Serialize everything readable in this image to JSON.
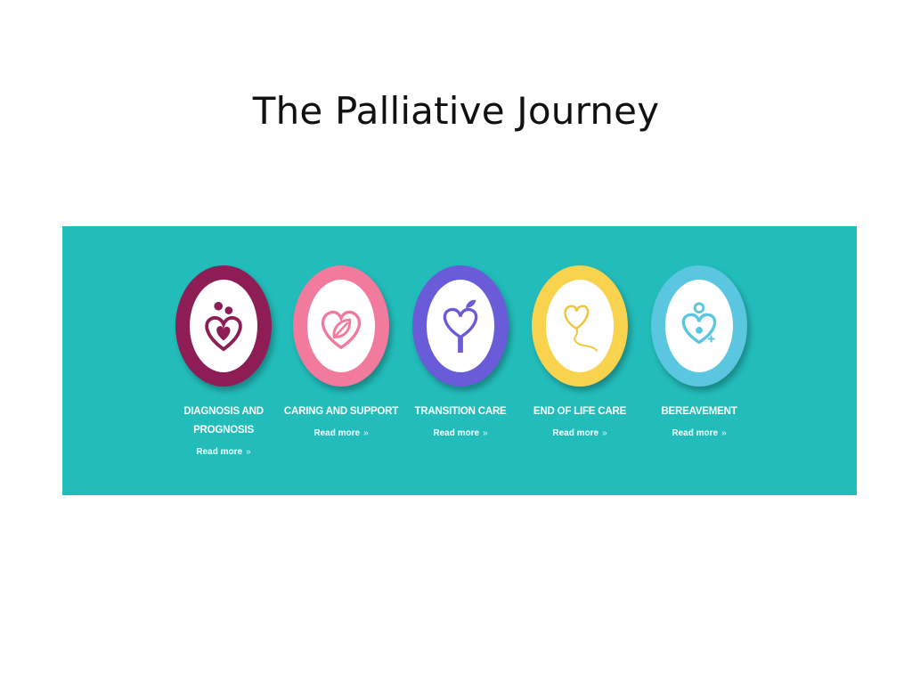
{
  "slide": {
    "title": "The Palliative Journey"
  },
  "banner": {
    "background": "#22bcba",
    "stages": [
      {
        "title": "DIAGNOSIS AND PROGNOSIS",
        "link": "Read more",
        "ring_color": "#8e1d55",
        "icon": "family-heart-icon"
      },
      {
        "title": "CARING AND SUPPORT",
        "link": "Read more",
        "ring_color": "#f27a9d",
        "icon": "leaf-heart-icon"
      },
      {
        "title": "TRANSITION CARE",
        "link": "Read more",
        "ring_color": "#6a5bd9",
        "icon": "tree-heart-icon"
      },
      {
        "title": "END OF LIFE CARE",
        "link": "Read more",
        "ring_color": "#f9d34e",
        "icon": "balloon-heart-icon"
      },
      {
        "title": "BEREAVEMENT",
        "link": "Read more",
        "ring_color": "#5ac6df",
        "icon": "embrace-heart-icon"
      }
    ],
    "chevron": "»"
  }
}
